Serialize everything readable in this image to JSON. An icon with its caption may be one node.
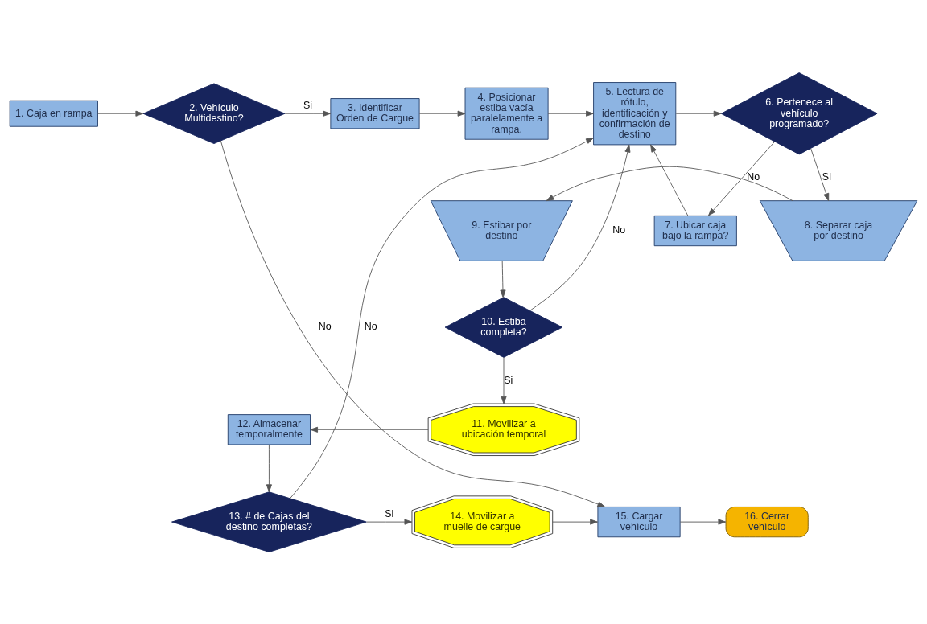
{
  "diagram": {
    "nodes": [
      {
        "text": [
          "1. Caja en rampa"
        ]
      },
      {
        "text": [
          "2. Vehículo Multidestino?"
        ]
      },
      {
        "text": [
          "3. Identificar Orden de Cargue"
        ]
      },
      {
        "text": [
          "4. Posicionar estiba vacía paralelamente a rampa."
        ]
      },
      {
        "text": [
          "5. Lectura de rótulo, identificación y confirmación de destino"
        ]
      },
      {
        "text": [
          "6. Pertenece al vehículo programado?"
        ]
      },
      {
        "text": [
          "7. Ubicar caja bajo la rampa?"
        ]
      },
      {
        "text": [
          "8. Separar caja por destino"
        ]
      },
      {
        "text": [
          "9. Estibar por destino"
        ]
      },
      {
        "text": [
          "10. Estiba completa?"
        ]
      },
      {
        "text": [
          "11. Movilizar a ubicación temporal"
        ]
      },
      {
        "text": [
          "12. Almacenar temporalmente"
        ]
      },
      {
        "text": [
          "13. # de Cajas del destino completas?"
        ]
      },
      {
        "text": [
          "14. Movilizar a muelle de cargue"
        ]
      },
      {
        "text": [
          "15. Cargar vehículo"
        ]
      },
      {
        "text": [
          "16. Cerrar vehículo"
        ]
      }
    ],
    "edges": [
      {
        "from": 0,
        "to": 1,
        "arrow": "to"
      },
      {
        "from": 1,
        "to": 2,
        "arrow": "to",
        "label": "Si"
      },
      {
        "from": 2,
        "to": 3,
        "arrow": "to"
      },
      {
        "from": 3,
        "to": 4,
        "arrow": "to"
      },
      {
        "from": 4,
        "to": 5,
        "arrow": "to"
      },
      {
        "from": 5,
        "to": 6,
        "arrow": "to",
        "label": "No"
      },
      {
        "from": 6,
        "to": 4,
        "arrow": "to"
      },
      {
        "from": 5,
        "to": 7,
        "arrow": "to",
        "label": "Si"
      },
      {
        "from": 7,
        "to": 8,
        "arrow": "to"
      },
      {
        "from": 8,
        "to": 9,
        "arrow": "to"
      },
      {
        "from": 9,
        "to": 4,
        "arrow": "to",
        "label": "No"
      },
      {
        "from": 9,
        "to": 10,
        "arrow": "to",
        "label": "Si"
      },
      {
        "from": 10,
        "to": 11,
        "arrow": "to"
      },
      {
        "from": 11,
        "to": 12,
        "arrow": "to"
      },
      {
        "from": 12,
        "to": 13,
        "arrow": "to",
        "label": "Si"
      },
      {
        "from": 12,
        "to": 4,
        "arrow": "to",
        "label": "No"
      },
      {
        "from": 13,
        "to": 14,
        "arrow": "to"
      },
      {
        "from": 1,
        "to": 14,
        "arrow": "to",
        "label": "No"
      },
      {
        "from": 14,
        "to": 15,
        "arrow": "to"
      }
    ]
  }
}
